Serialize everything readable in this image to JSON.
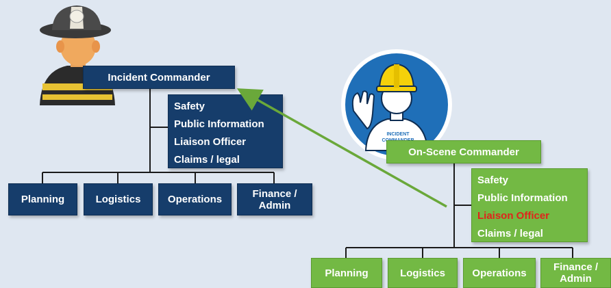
{
  "left_chart": {
    "commander": "Incident Commander",
    "staff": [
      "Safety",
      "Public Information",
      "Liaison Officer",
      "Claims / legal"
    ],
    "sections": [
      "Planning",
      "Logistics",
      "Operations",
      "Finance / Admin"
    ]
  },
  "right_chart": {
    "commander": "On-Scene Commander",
    "badge_text": "INCIDENT COMMANDER",
    "staff": [
      "Safety",
      "Public Information",
      "Liaison Officer",
      "Claims / legal"
    ],
    "highlighted_staff": "Liaison Officer",
    "sections": [
      "Planning",
      "Logistics",
      "Operations",
      "Finance / Admin"
    ]
  },
  "colors": {
    "background": "#dfe7f1",
    "navy": "#163d6b",
    "green": "#73b944",
    "highlight": "#e0241b",
    "badge_blue": "#1f6fb8",
    "hard_hat_yellow": "#f5d10a"
  },
  "icons": [
    "firefighter-icon",
    "incident-commander-badge-icon",
    "arrow-icon"
  ]
}
